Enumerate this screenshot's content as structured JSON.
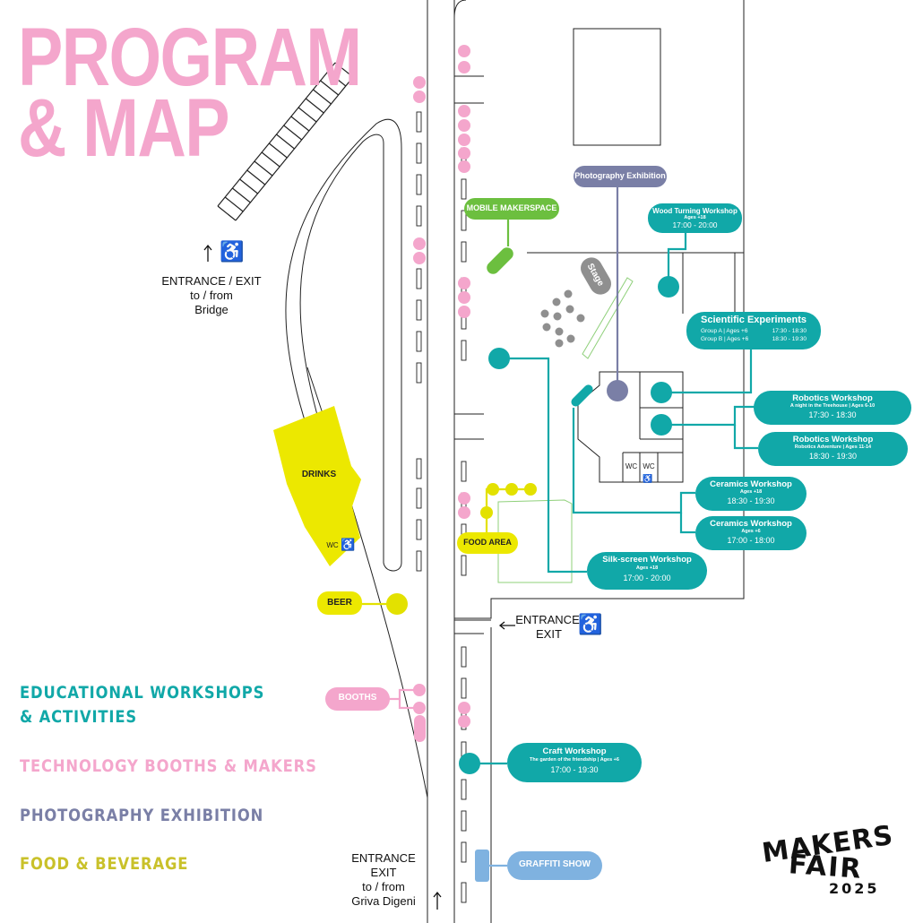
{
  "title": {
    "line1": "PROGRAM",
    "line2": "& MAP"
  },
  "legend": {
    "workshops": "EDUCATIONAL WORKSHOPS\n& ACTIVITIES",
    "booths": "TECHNOLOGY BOOTHS & MAKERS",
    "photography": "PHOTOGRAPHY EXHIBITION",
    "food": "FOOD & BEVERAGE"
  },
  "colors": {
    "workshops": "#11a8a8",
    "booths": "#f4a6cc",
    "photography": "#7a7fa6",
    "food": "#e3e100",
    "food_text": "#c9c12a",
    "makerspace": "#6cbf3f",
    "stage": "#8f8f8f",
    "graffiti": "#7fb2e0"
  },
  "entrances": {
    "bridge": {
      "line1": "ENTRANCE / EXIT",
      "line2": "to / from",
      "line3": "Bridge"
    },
    "side": {
      "line1": "ENTRANCE",
      "line2": "EXIT"
    },
    "griva": {
      "line1": "ENTRANCE",
      "line2": "EXIT",
      "line3": "to / from",
      "line4": "Griva Digeni"
    }
  },
  "areas": {
    "photography": "Photography Exhibition",
    "makerspace": "MOBILE MAKERSPACE",
    "stage": "Stage",
    "food_area": "FOOD AREA",
    "drinks": "DRINKS",
    "drinks_wc": "WC",
    "beer": "BEER",
    "booths": "BOOTHS",
    "graffiti": "GRAFFITI SHOW",
    "wc1": "WC",
    "wc2": "WC"
  },
  "events": {
    "wood_turning": {
      "title": "Wood Turning Workshop",
      "ages": "Ages +18",
      "time": "17:00 - 20:00"
    },
    "scientific": {
      "title": "Scientific Experiments",
      "groupA": "Group A  |  Ages +6",
      "timeA": "17:30 - 18:30",
      "groupB": "Group B  |  Ages +6",
      "timeB": "18:30 - 19:30"
    },
    "robotics1": {
      "title": "Robotics Workshop",
      "subtitle": "A night in the Treehouse  |  Ages 6-10",
      "time": "17:30 - 18:30"
    },
    "robotics2": {
      "title": "Robotics Workshop",
      "subtitle": "Robotics Adventure  |  Ages 11-14",
      "time": "18:30 - 19:30"
    },
    "ceramics1": {
      "title": "Ceramics Workshop",
      "ages": "Ages +18",
      "time": "18:30 - 19:30"
    },
    "ceramics2": {
      "title": "Ceramics Workshop",
      "ages": "Ages +6",
      "time": "17:00 - 18:00"
    },
    "silkscreen": {
      "title": "Silk-screen Workshop",
      "ages": "Ages +18",
      "time": "17:00 - 20:00"
    },
    "craft": {
      "title": "Craft Workshop",
      "subtitle": "The garden of the friendship  |  Ages +6",
      "time": "17:00 - 19:30"
    }
  },
  "logo": {
    "line1": "MAKERS",
    "line2": "FAIR",
    "year": "2025"
  }
}
